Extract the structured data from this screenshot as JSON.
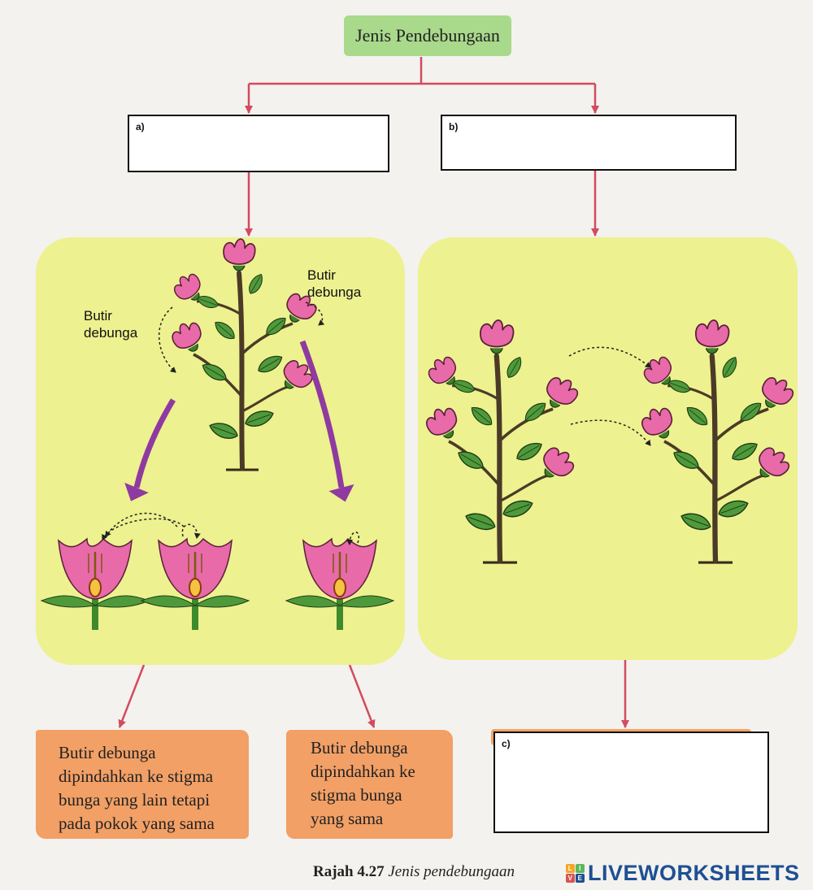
{
  "title": "Jenis Pendebungaan",
  "boxes": {
    "a": {
      "tag": "a)",
      "value": ""
    },
    "b": {
      "tag": "b)",
      "value": ""
    },
    "c": {
      "tag": "c)",
      "value": ""
    }
  },
  "labels": {
    "pollen_left": [
      "Butir",
      "debunga"
    ],
    "pollen_right": [
      "Butir",
      "debunga"
    ]
  },
  "notes": {
    "left": [
      "Butir debunga",
      "dipindahkan ke stigma",
      "bunga yang lain tetapi",
      "pada pokok yang sama"
    ],
    "middle": [
      "Butir debunga",
      "dipindahkan ke",
      "stigma bunga",
      "yang sama"
    ]
  },
  "caption": {
    "number": "Rajah 4.27",
    "text": "Jenis pendebungaan"
  },
  "brand": {
    "text": "LIVEWORKSHEETS",
    "logo_letters": [
      "L",
      "I",
      "V",
      "E"
    ]
  },
  "colors": {
    "connector": "#d44a5f",
    "panel": "#edf18f",
    "note": "#f2a066",
    "title_bg": "#a9d98b",
    "petal": "#e86aa8",
    "leaf": "#4e9a3a",
    "stem": "#4a3a26",
    "big_arrow": "#8f3aa0",
    "brand": "#1e4f93"
  }
}
